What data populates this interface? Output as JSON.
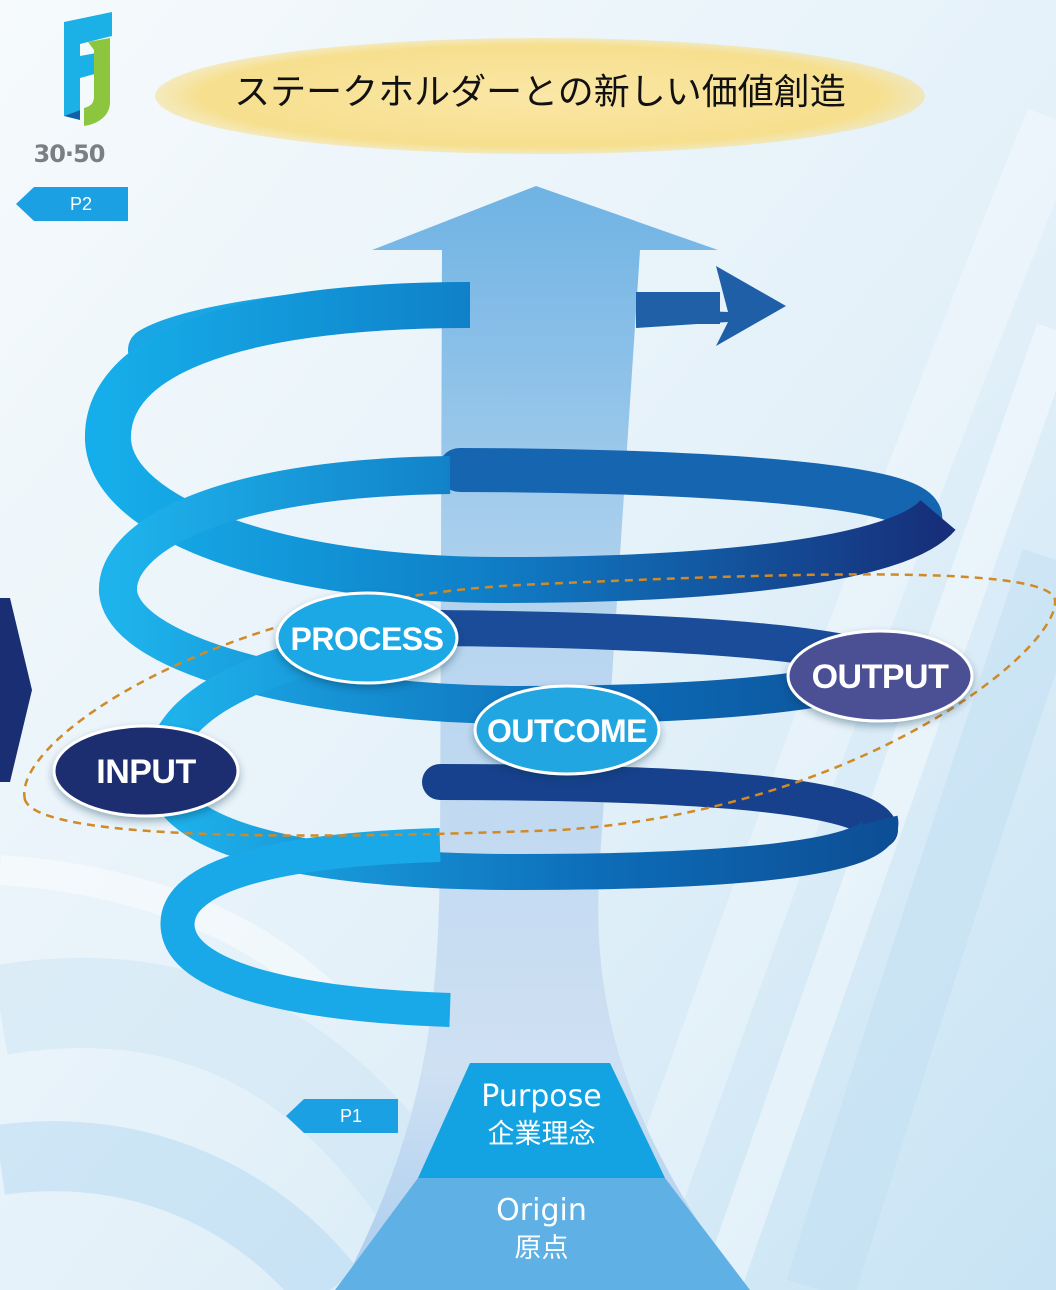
{
  "goal": {
    "text": "ステークホルダーとの新しい価値創造"
  },
  "logo": {
    "subtitle": "30·50"
  },
  "nav": {
    "page2_label": "P2",
    "page1_label": "P1"
  },
  "stages": {
    "input": "INPUT",
    "process": "PROCESS",
    "outcome": "OUTCOME",
    "output": "OUTPUT"
  },
  "base": {
    "purpose_en": "Purpose",
    "purpose_ja": "企業理念",
    "origin_en": "Origin",
    "origin_ja": "原点"
  },
  "colors": {
    "goal_oval": "#f8e49c",
    "spiral_light": "#12a8e6",
    "spiral_dark": "#17357f",
    "input_oval": "#1a2d6f",
    "process_oval": "#1ea7e5",
    "outcome_oval": "#23a6e2",
    "output_oval": "#4c4f93",
    "dashed_orbit": "#d08a26",
    "nav_tag": "#1ca0e4"
  }
}
